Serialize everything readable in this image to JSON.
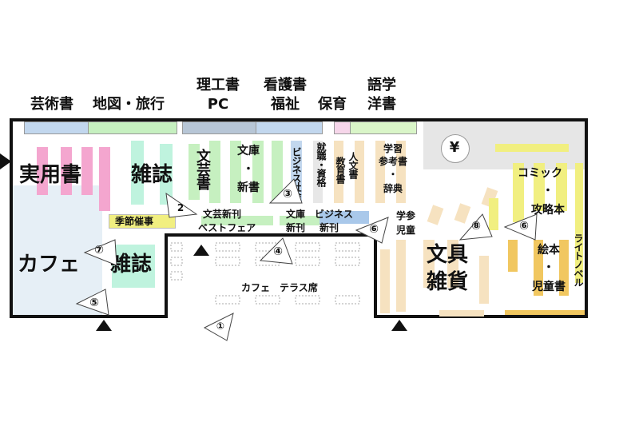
{
  "top_labels": {
    "art": "芸術書",
    "map_travel": "地図・旅行",
    "science_1": "理工書",
    "science_2": "PC",
    "nursing_1": "看護書",
    "nursing_2": "福祉",
    "childcare": "保育",
    "language_1": "語学",
    "language_2": "洋書"
  },
  "areas": {
    "practical": "実用書",
    "magazine_1": "雑誌",
    "literature": "文芸書",
    "bunko_1": "文庫",
    "bunko_dot": "・",
    "bunko_2": "新書",
    "business_social": "ビジネス社会",
    "employment": "就職・資格",
    "education": "教育書",
    "humanities": "人文書",
    "study_1": "学習",
    "study_2": "参考書",
    "study_dot": "・",
    "study_3": "辞典",
    "seasonal": "季節催事",
    "lit_new": "文芸新刊",
    "bestfair": "ベストフェア",
    "bunko_new_1": "文庫",
    "bunko_new_2": "新刊",
    "business_new_1": "ビジネス",
    "business_new_2": "新刊",
    "school_1": "学参",
    "school_2": "児童",
    "cafe": "カフェ",
    "magazine_2": "雑誌",
    "terrace": "カフェ　テラス席",
    "stationery_1": "文具",
    "stationery_2": "雑貨",
    "comic_1": "コミック",
    "comic_dot": "・",
    "comic_2": "攻略本",
    "picture_1": "絵本",
    "picture_dot": "・",
    "picture_2": "児童書",
    "light_novel": "ライトノベル",
    "yen": "¥"
  },
  "markers": {
    "m1": "①",
    "m2": "2",
    "m3": "③",
    "m4": "④",
    "m5": "⑤",
    "m6a": "⑥",
    "m6b": "⑥",
    "m7": "⑦",
    "m8": "⑧"
  },
  "colors": {
    "pink": "#f4a6cf",
    "mint": "#bff3de",
    "green": "#c6f0c0",
    "blue": "#c2d7ee",
    "yellow": "#f1ef80",
    "peach": "#f6e2c0",
    "cafe": "#e6eff6",
    "gray": "#e6e6e6"
  }
}
